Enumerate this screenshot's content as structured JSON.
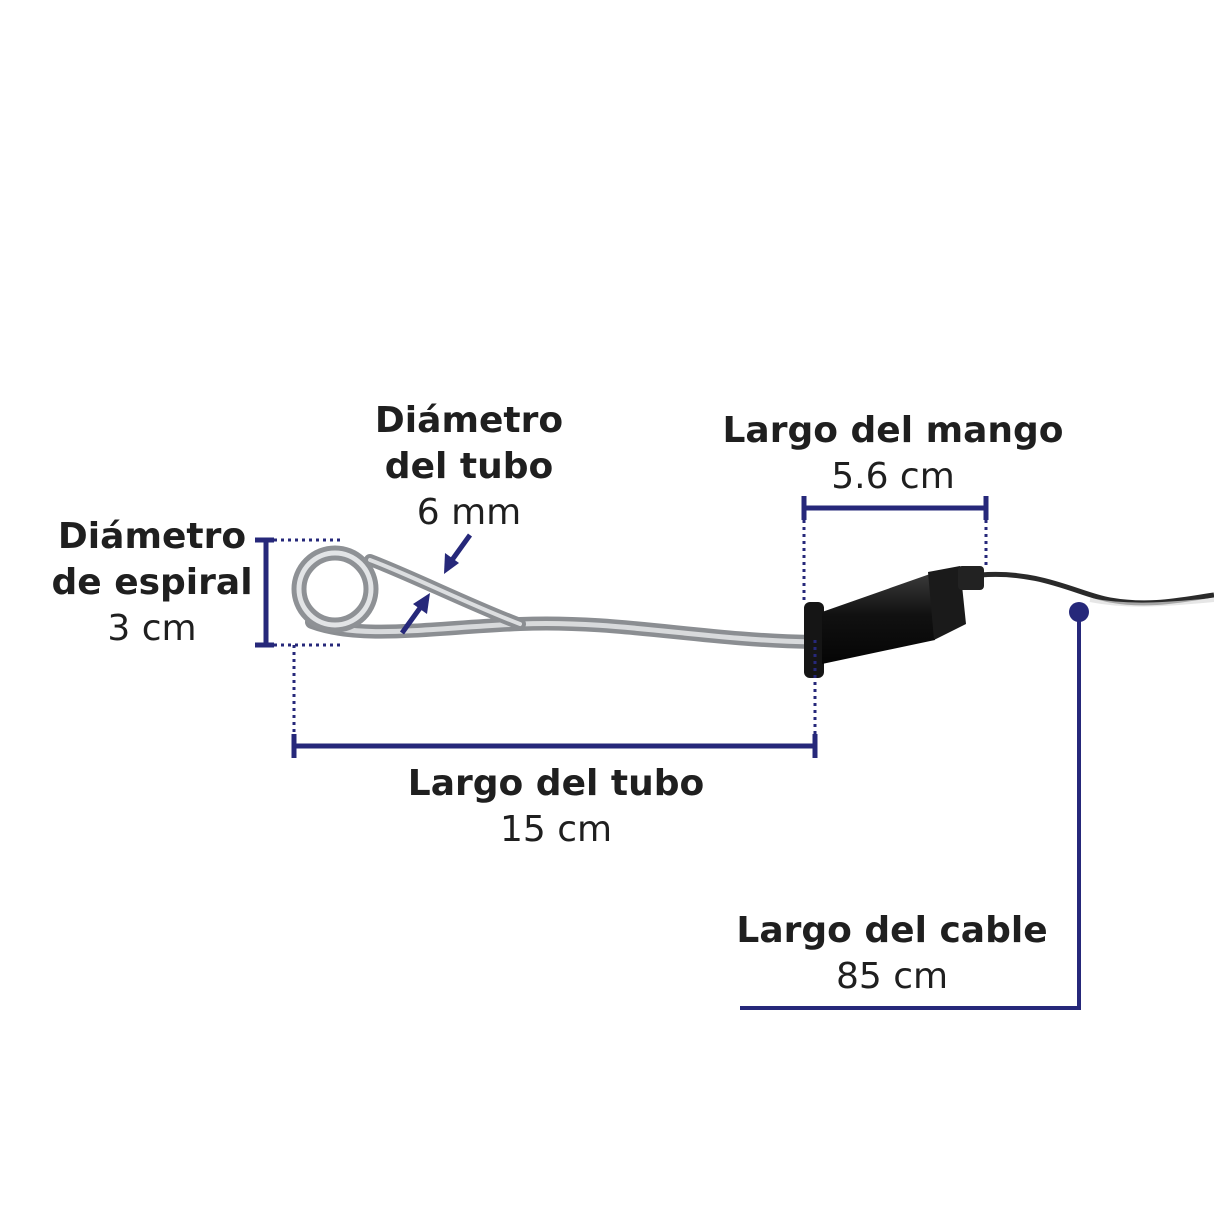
{
  "colors": {
    "dimension_line": "#26287a",
    "text": "#1f1f1f",
    "tube": "#b5b8bb",
    "handle": "#1d1d1d",
    "cable": "#2a2a2a"
  },
  "labels": {
    "tube_diameter": {
      "title_line1": "Diámetro",
      "title_line2": "del tubo",
      "value": "6 mm"
    },
    "spiral_diameter": {
      "title_line1": "Diámetro",
      "title_line2": "de espiral",
      "value": "3 cm"
    },
    "handle_length": {
      "title": "Largo del mango",
      "value": "5.6 cm"
    },
    "tube_length": {
      "title": "Largo del tubo",
      "value": "15 cm"
    },
    "cable_length": {
      "title": "Largo del cable",
      "value": "85 cm"
    }
  },
  "product_parts": [
    "spiral-coil",
    "metal-tube",
    "rubber-handle",
    "power-cable"
  ]
}
